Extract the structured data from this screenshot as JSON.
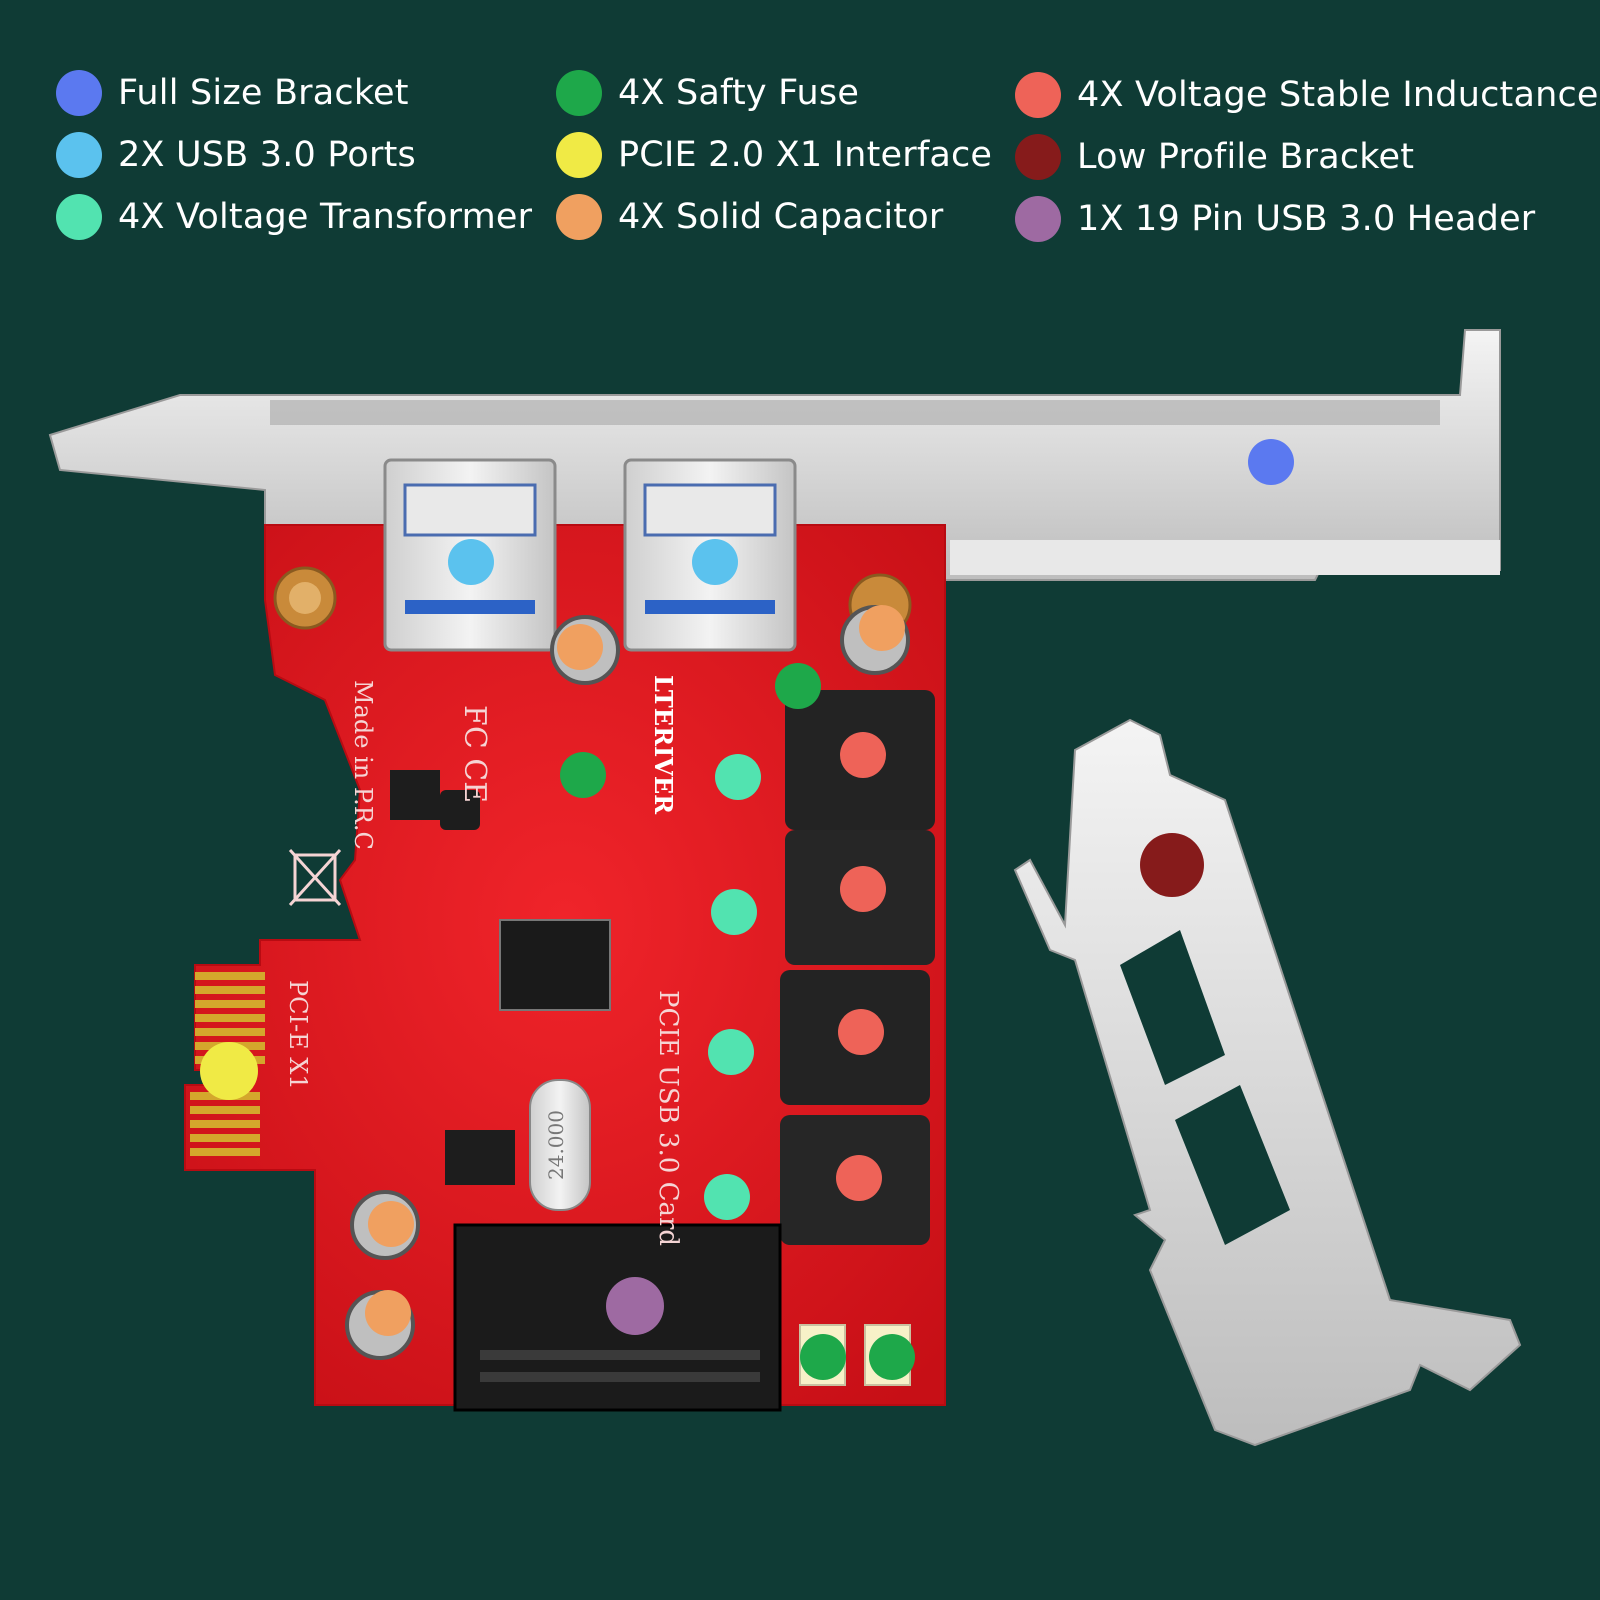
{
  "legend": [
    {
      "label": "Full Size Bracket",
      "color": "#5b79f0"
    },
    {
      "label": "2X USB 3.0 Ports",
      "color": "#5bc2ee"
    },
    {
      "label": "4X Voltage Transformer",
      "color": "#52e3b0"
    },
    {
      "label": "4X Safty Fuse",
      "color": "#1ea84a"
    },
    {
      "label": "PCIE 2.0 X1 Interface",
      "color": "#f0ea45"
    },
    {
      "label": "4X Solid Capacitor",
      "color": "#f0a060"
    },
    {
      "label": "4X Voltage Stable Inductance",
      "color": "#ee6358"
    },
    {
      "label": "Low Profile Bracket",
      "color": "#861b1b"
    },
    {
      "label": "1X 19 Pin USB 3.0 Header",
      "color": "#9e6aa2"
    }
  ],
  "board": {
    "brand": "LTERIVER",
    "product": "PCIE USB 3.0 Card",
    "origin": "Made in P.R.C",
    "interface": "PCI-E X1",
    "crystal": "24.000",
    "cert": "FC CE"
  },
  "markers": [
    {
      "legend": 0,
      "x": 0.7945,
      "y": 0.2888,
      "size": "normal"
    },
    {
      "legend": 1,
      "x": 0.2945,
      "y": 0.3513,
      "size": "normal"
    },
    {
      "legend": 1,
      "x": 0.4469,
      "y": 0.3513,
      "size": "normal"
    },
    {
      "legend": 5,
      "x": 0.3625,
      "y": 0.4044,
      "size": "normal"
    },
    {
      "legend": 5,
      "x": 0.5513,
      "y": 0.3925,
      "size": "normal"
    },
    {
      "legend": 3,
      "x": 0.4988,
      "y": 0.4288,
      "size": "normal"
    },
    {
      "legend": 3,
      "x": 0.3644,
      "y": 0.4844,
      "size": "normal"
    },
    {
      "legend": 2,
      "x": 0.4613,
      "y": 0.4856,
      "size": "normal"
    },
    {
      "legend": 2,
      "x": 0.4588,
      "y": 0.57,
      "size": "normal"
    },
    {
      "legend": 2,
      "x": 0.4569,
      "y": 0.6575,
      "size": "normal"
    },
    {
      "legend": 2,
      "x": 0.4544,
      "y": 0.7481,
      "size": "normal"
    },
    {
      "legend": 6,
      "x": 0.5394,
      "y": 0.4719,
      "size": "normal"
    },
    {
      "legend": 6,
      "x": 0.5394,
      "y": 0.5556,
      "size": "normal"
    },
    {
      "legend": 6,
      "x": 0.5381,
      "y": 0.645,
      "size": "normal"
    },
    {
      "legend": 6,
      "x": 0.5369,
      "y": 0.7363,
      "size": "normal"
    },
    {
      "legend": 4,
      "x": 0.1431,
      "y": 0.6694,
      "size": "big"
    },
    {
      "legend": 5,
      "x": 0.2444,
      "y": 0.765,
      "size": "normal"
    },
    {
      "legend": 5,
      "x": 0.2425,
      "y": 0.8206,
      "size": "normal"
    },
    {
      "legend": 8,
      "x": 0.3969,
      "y": 0.8163,
      "size": "big"
    },
    {
      "legend": 3,
      "x": 0.5144,
      "y": 0.8481,
      "size": "normal"
    },
    {
      "legend": 3,
      "x": 0.5575,
      "y": 0.8481,
      "size": "normal"
    },
    {
      "legend": 7,
      "x": 0.7325,
      "y": 0.5406,
      "size": "xl"
    }
  ]
}
